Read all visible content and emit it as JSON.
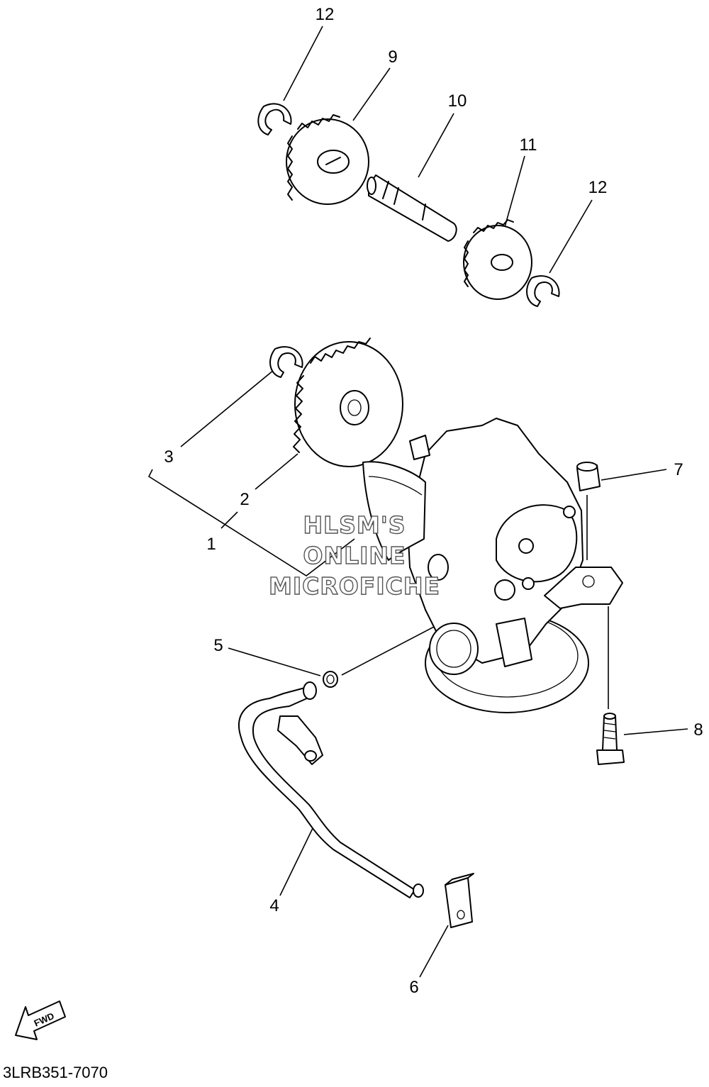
{
  "callouts": {
    "c1": "1",
    "c2": "2",
    "c3": "3",
    "c4": "4",
    "c5": "5",
    "c6": "6",
    "c7": "7",
    "c8": "8",
    "c9": "9",
    "c10": "10",
    "c11": "11",
    "c12a": "12",
    "c12b": "12"
  },
  "watermark": {
    "line1": "HLSM'S",
    "line2": "ONLINE",
    "line3": "MICROFICHE"
  },
  "fwd_label": "FWD",
  "diagram_code": "3LRB351-7070"
}
